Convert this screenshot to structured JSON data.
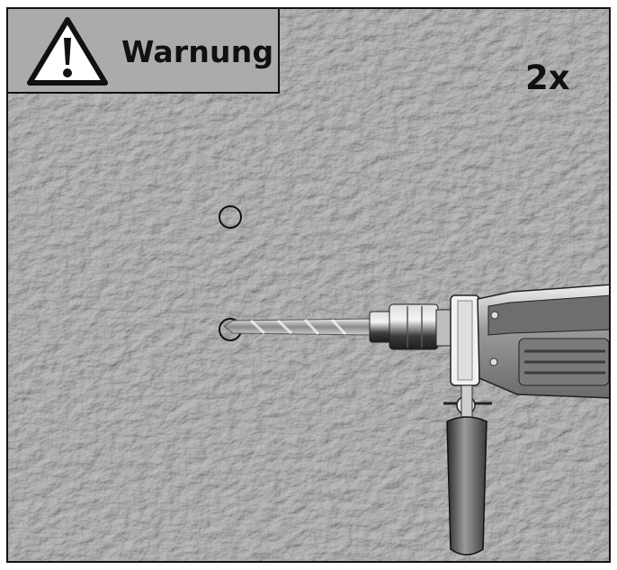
{
  "warning": {
    "label": "Warnung",
    "icon": "warning-triangle-icon"
  },
  "count_label": "2x",
  "illustration": {
    "background": "textured-plaster-wall",
    "marks": [
      "upper-drill-hole-mark",
      "lower-drill-hole-mark"
    ],
    "tool": "hammer-drill",
    "colors": {
      "wall": "#a9a9a9",
      "panel": "#ababab",
      "outline": "#111111",
      "drill_body": "#8c8c8c",
      "drill_dark": "#3a3a3a"
    }
  }
}
